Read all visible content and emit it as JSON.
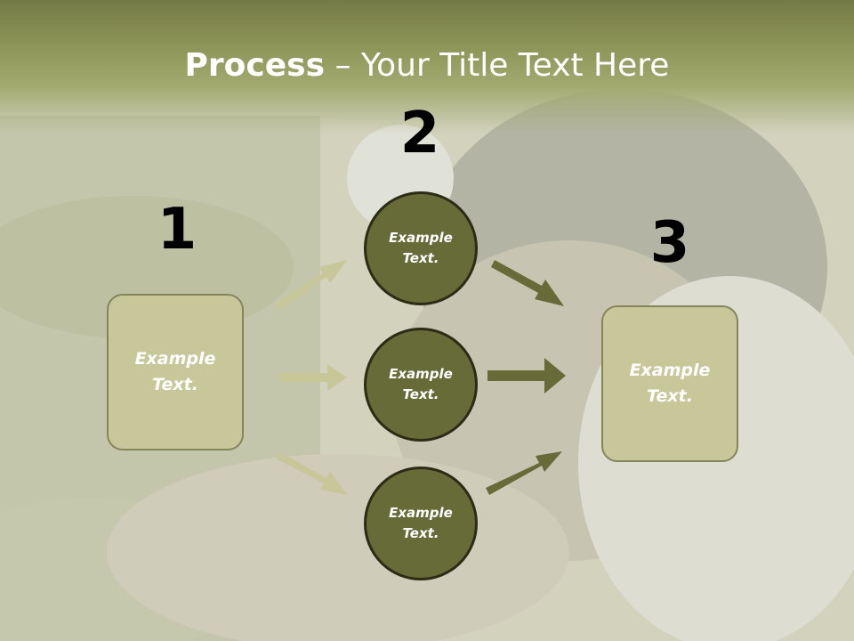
{
  "title": {
    "bold": "Process",
    "rest": " – Your Title Text Here"
  },
  "steps": {
    "one": "1",
    "two": "2",
    "three": "3"
  },
  "left_box": {
    "line1": "Example",
    "line2": "Text."
  },
  "right_box": {
    "line1": "Example",
    "line2": "Text."
  },
  "circles": [
    {
      "line1": "Example",
      "line2": "Text."
    },
    {
      "line1": "Example",
      "line2": "Text."
    },
    {
      "line1": "Example",
      "line2": "Text."
    }
  ],
  "colors": {
    "header": "#8e9558",
    "box_fill": "#c8c79a",
    "circle_fill": "#666b38",
    "left_arrow": "#c8c79a",
    "right_arrow": "#666b38"
  }
}
